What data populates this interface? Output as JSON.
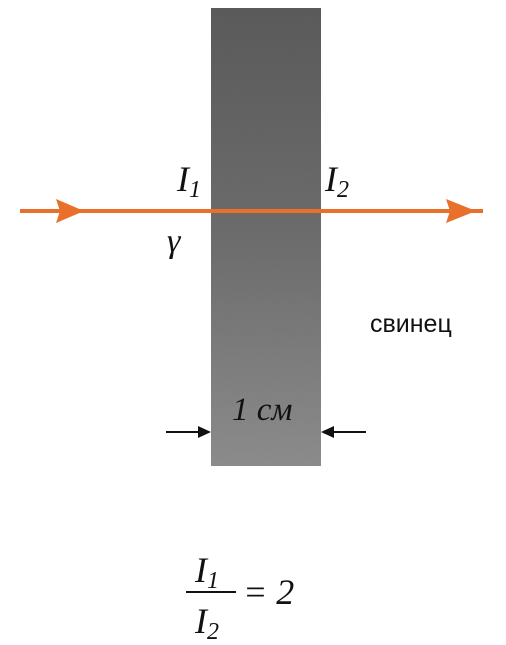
{
  "labels": {
    "intensity_in": "I",
    "intensity_in_sub": "1",
    "intensity_out": "I",
    "intensity_out_sub": "2",
    "gamma": "γ",
    "material": "свинец",
    "thickness": "1 см"
  },
  "formula": {
    "numerator": "I",
    "numerator_sub": "1",
    "denominator": "I",
    "denominator_sub": "2",
    "result": "= 2"
  },
  "colors": {
    "beam": "#e8702a",
    "slab_top": "#5a5a5a",
    "slab_bottom": "#8c8c8c",
    "ink": "#111111"
  }
}
